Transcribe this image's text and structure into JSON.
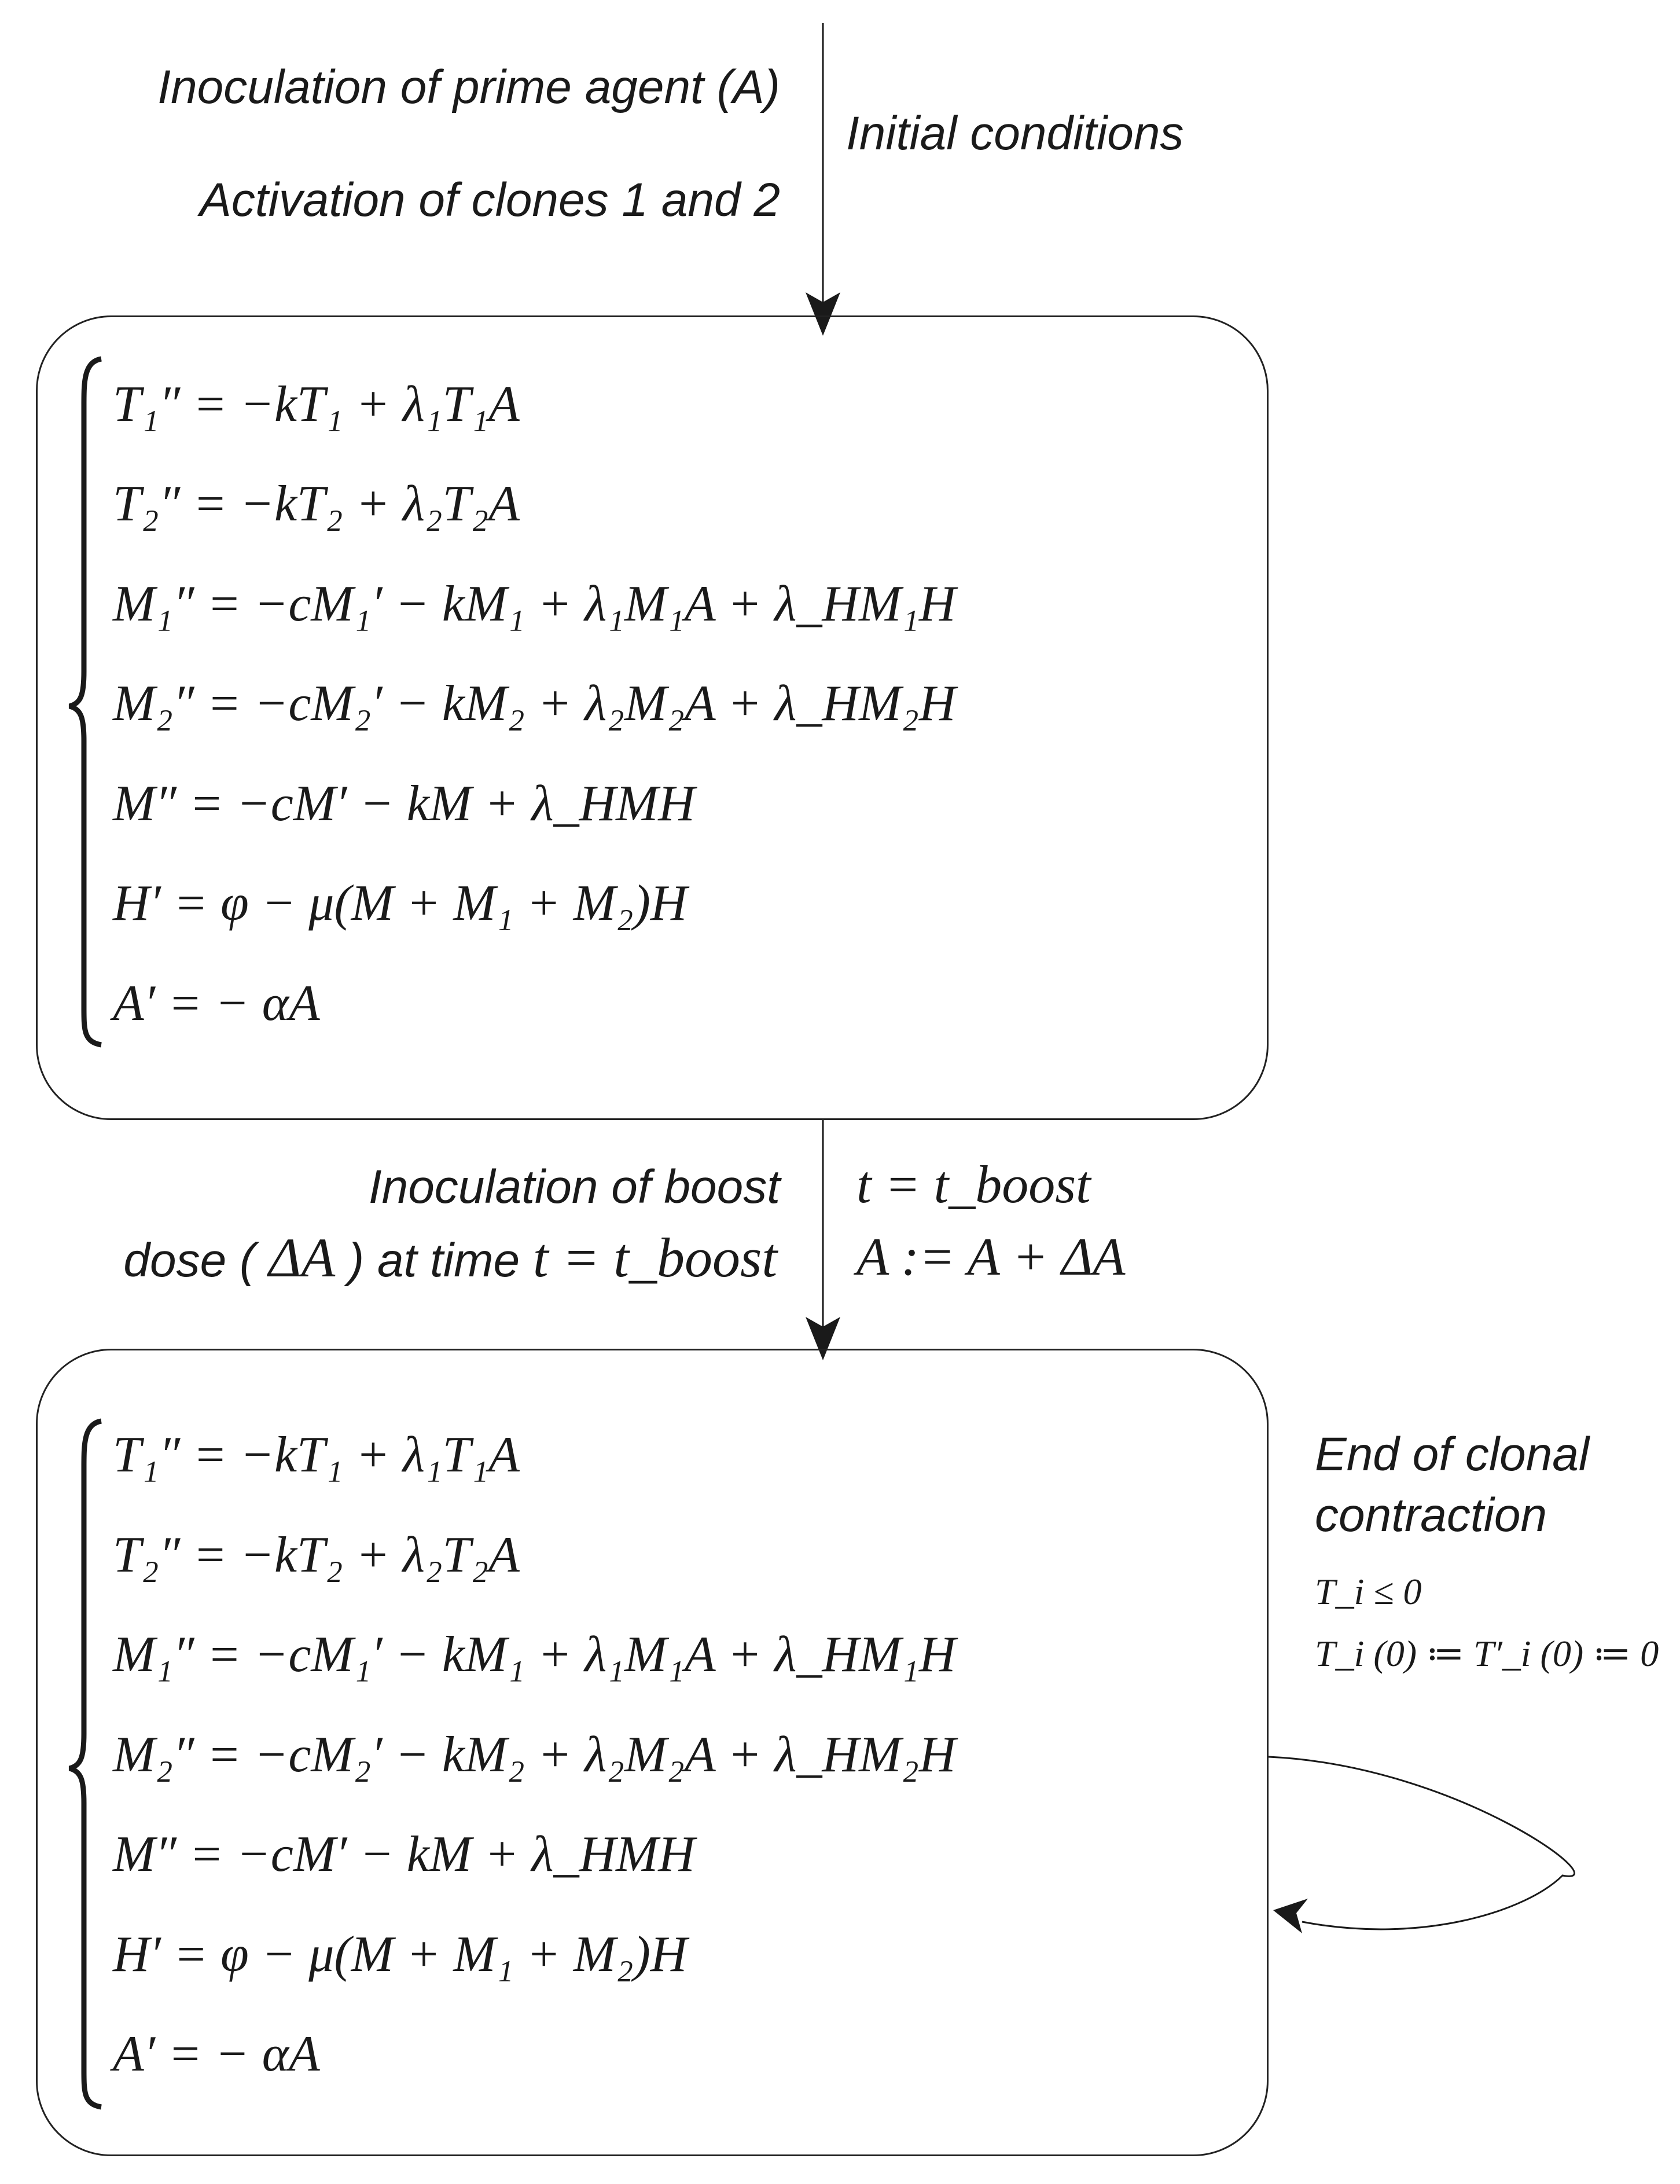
{
  "top": {
    "inoculation_prime": "Inoculation of prime agent (A)",
    "activation": "Activation of clones 1 and 2",
    "initial_conditions": "Initial conditions"
  },
  "system_equations": [
    "T₁″ = −kT₁ + λ₁T₁A",
    "T₂″ = −kT₂ + λ₂T₂A",
    "M₁″ = −cM₁′ − kM₁ + λ₁M₁A + λ_HM₁H",
    "M₂″ = −cM₂′ − kM₂ + λ₂M₂A + λ_HM₂H",
    "M″ = −cM′ − kM + λ_HMH",
    "H′ = φ − μ(M + M₁ + M₂)H",
    "A′ = − αA"
  ],
  "boost": {
    "left_line1": "Inoculation of boost",
    "left_line2_pre": "dose (",
    "left_line2_delta": "ΔA",
    "left_line2_mid": ") at time",
    "left_line2_math": "t = t_boost",
    "right_line1": "t = t_boost",
    "right_line2": "A := A + ΔA"
  },
  "loop": {
    "line1": "End of clonal",
    "line2": "contraction",
    "cond1": "T_i ≤ 0",
    "cond2": "T_i (0) ≔ T′_i (0) ≔ 0"
  }
}
